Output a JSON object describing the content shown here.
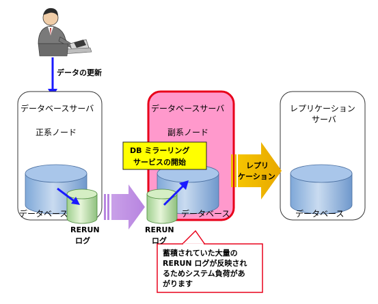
{
  "update_label": "データの更新",
  "primary_server": {
    "title": "データベースサーバ",
    "node": "正系ノード",
    "db_label": "データベース",
    "log_label_1": "RERUN",
    "log_label_2": "ログ"
  },
  "mirror_callout": {
    "line1": "DB ミラーリング",
    "line2": "サービスの開始"
  },
  "secondary_server": {
    "title": "データベースサーバ",
    "node": "副系ノード",
    "db_label": "データベース",
    "log_label_1": "RERUN",
    "log_label_2": "ログ"
  },
  "replication_arrow": {
    "line1": "レプリ",
    "line2": "ケーション"
  },
  "replication_server": {
    "title_line1": "レプリケーション",
    "title_line2": "サーバ",
    "db_label": "データベース"
  },
  "note": {
    "line1": "蓄積されていた大量の",
    "line2": "RERUN ログが反映され",
    "line3": "るためシステム負荷があ",
    "line4": "がります"
  }
}
